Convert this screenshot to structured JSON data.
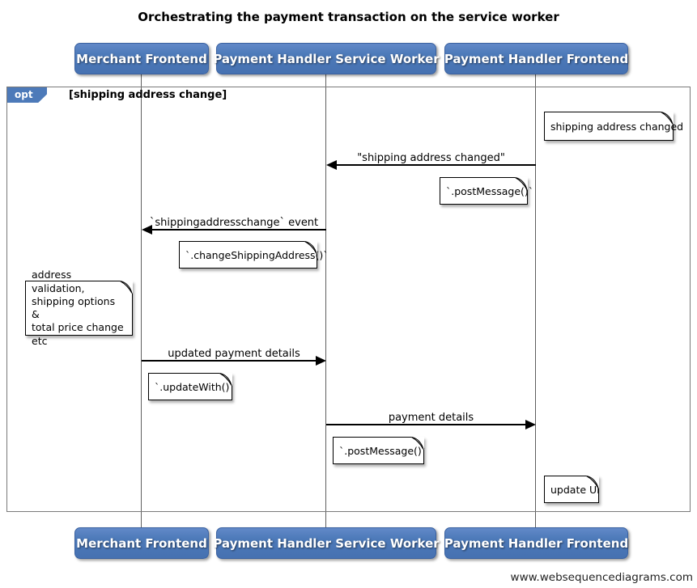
{
  "diagram": {
    "title": "Orchestrating the payment transaction on the service worker",
    "watermark": "www.websequencediagrams.com"
  },
  "actors": [
    {
      "name": "Merchant Frontend"
    },
    {
      "name": "Payment Handler Service Worker"
    },
    {
      "name": "Payment Handler Frontend"
    }
  ],
  "frame": {
    "operator": "opt",
    "guard": "[shipping address change]"
  },
  "messages": [
    {
      "from": "Payment Handler Frontend",
      "to": "Payment Handler Service Worker",
      "label": "\"shipping address changed\""
    },
    {
      "from": "Payment Handler Service Worker",
      "to": "Merchant Frontend",
      "label": "`shippingaddresschange` event"
    },
    {
      "from": "Merchant Frontend",
      "to": "Payment Handler Service Worker",
      "label": "updated payment details"
    },
    {
      "from": "Payment Handler Service Worker",
      "to": "Payment Handler Frontend",
      "label": "payment details"
    }
  ],
  "notes": [
    {
      "over": "Payment Handler Frontend",
      "text": "shipping address changed"
    },
    {
      "over": "Payment Handler Service Worker",
      "text": "`.postMessage()`"
    },
    {
      "over": "Merchant Frontend",
      "text": "`.changeShippingAddress()`"
    },
    {
      "over": "Merchant Frontend",
      "text": "address validation,\nshipping options &\ntotal price change etc"
    },
    {
      "over": "Merchant Frontend",
      "text": "`.updateWith()`"
    },
    {
      "over": "Payment Handler Service Worker",
      "text": "`.postMessage()`"
    },
    {
      "over": "Payment Handler Frontend",
      "text": "update UI"
    }
  ],
  "colors": {
    "actor_fill": "#4d7ab9",
    "actor_border": "#3a61a0",
    "frame_border": "#7a7a7a",
    "message_line": "#000000",
    "note_fill": "#ffffff"
  }
}
